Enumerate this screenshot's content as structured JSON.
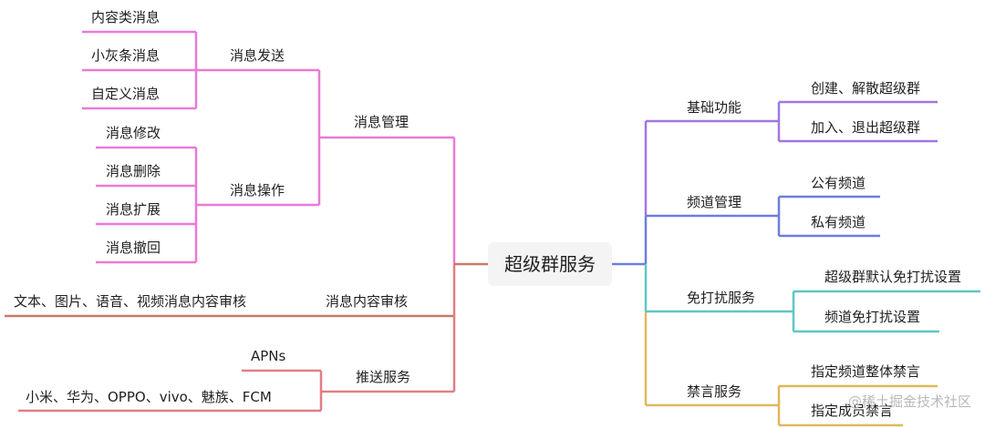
{
  "root": "超级群服务",
  "branches": {
    "msg_mgmt": {
      "label": "消息管理",
      "color": "#e97ad8",
      "send": {
        "label": "消息发送",
        "items": [
          "内容类消息",
          "小灰条消息",
          "自定义消息"
        ]
      },
      "ops": {
        "label": "消息操作",
        "items": [
          "消息修改",
          "消息删除",
          "消息扩展",
          "消息撤回"
        ]
      }
    },
    "audit": {
      "label": "消息内容审核",
      "color": "#c97b66",
      "items": [
        "文本、图片、语音、视频消息内容审核"
      ]
    },
    "push": {
      "label": "推送服务",
      "color": "#e07f86",
      "items": [
        "APNs",
        "小米、华为、OPPO、vivo、魅族、FCM"
      ]
    },
    "basic": {
      "label": "基础功能",
      "color": "#a078e0",
      "items": [
        "创建、解散超级群",
        "加入、退出超级群"
      ]
    },
    "channel": {
      "label": "频道管理",
      "color": "#6c7fdc",
      "items": [
        "公有频道",
        "私有频道"
      ]
    },
    "dnd": {
      "label": "免打扰服务",
      "color": "#5fc6c6",
      "items": [
        "超级群默认免打扰设置",
        "频道免打扰设置"
      ]
    },
    "ban": {
      "label": "禁言服务",
      "color": "#e0b85a",
      "items": [
        "指定频道整体禁言",
        "指定成员禁言"
      ]
    }
  },
  "root_line_colors": {
    "left": "#c97b66",
    "right": "#6c7fdc"
  },
  "watermark": "@稀土掘金技术社区"
}
